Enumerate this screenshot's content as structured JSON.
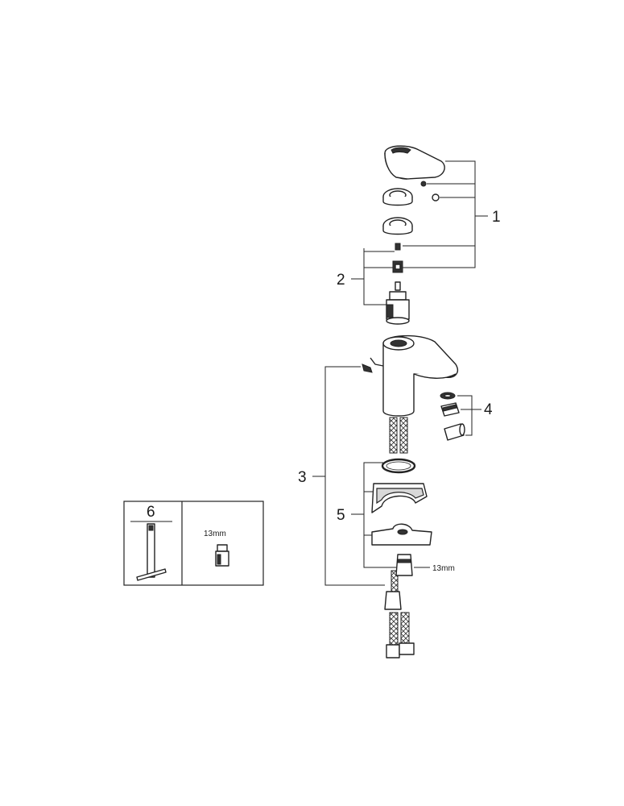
{
  "callouts": {
    "c1": "1",
    "c2": "2",
    "c3": "3",
    "c4": "4",
    "c5": "5",
    "c6": "6"
  },
  "notes": {
    "wrench_size": "13mm",
    "nut_size": "13mm"
  },
  "icons": {
    "lever_handle": "lever-handle-icon",
    "cartridge": "cartridge-icon",
    "faucet_body": "faucet-body-icon",
    "aerator": "aerator-icon",
    "mounting_bracket": "mounting-bracket-icon",
    "hoses": "flex-hose-icon",
    "tool_key": "cartridge-key-icon",
    "socket": "socket-icon"
  },
  "colors": {
    "line": "#222222",
    "background": "#ffffff"
  }
}
